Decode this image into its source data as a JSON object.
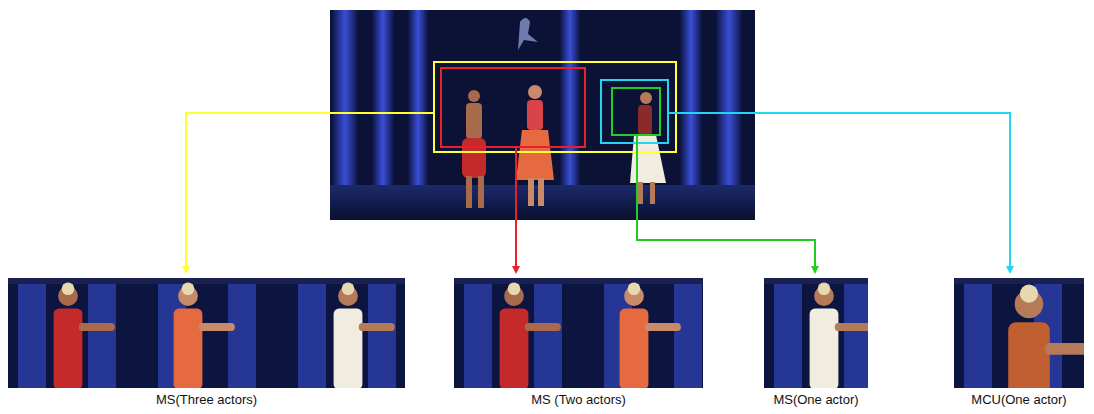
{
  "diagram": {
    "nodes": [
      {
        "text": [
          "MS(Three actors)"
        ]
      },
      {
        "text": [
          "MS (Two actors)"
        ]
      },
      {
        "text": [
          "MS(One actor)"
        ]
      },
      {
        "text": [
          "MCU(One actor)"
        ]
      }
    ]
  }
}
